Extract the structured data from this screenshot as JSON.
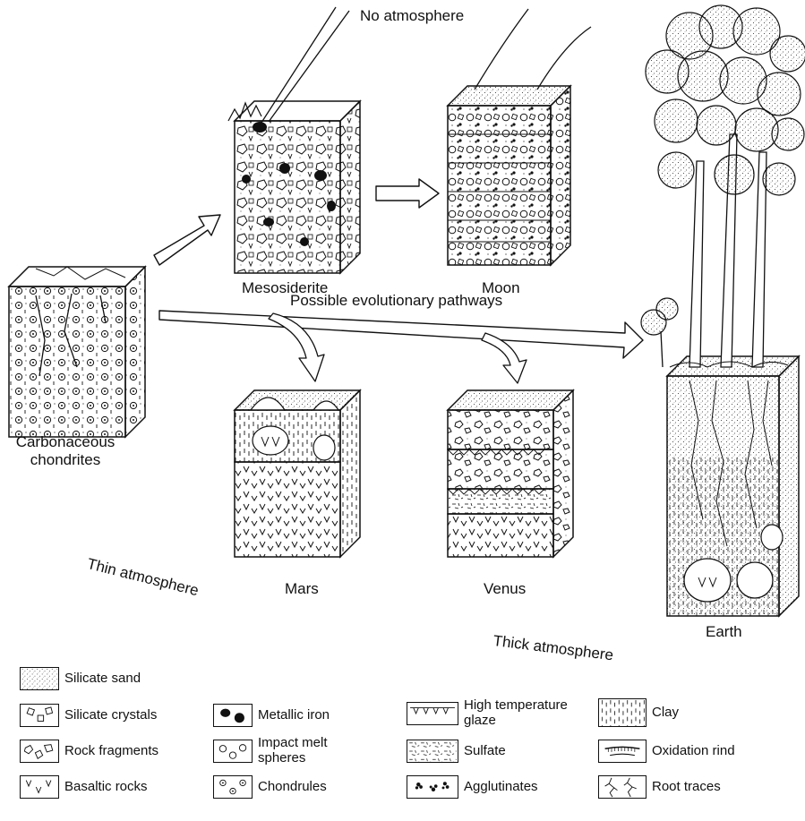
{
  "labels": {
    "no_atmosphere": "No atmosphere",
    "mesosiderite": "Mesosiderite",
    "moon": "Moon",
    "carbonaceous_chondrites": "Carbonaceous\nchondrites",
    "possible_pathways": "Possible evolutionary pathways",
    "mars": "Mars",
    "venus": "Venus",
    "earth": "Earth",
    "thin_atmosphere": "Thin atmosphere",
    "thick_atmosphere": "Thick atmosphere"
  },
  "legend": [
    {
      "key": "silicate-sand",
      "label": "Silicate sand"
    },
    {
      "key": "silicate-crystals",
      "label": "Silicate crystals"
    },
    {
      "key": "metallic-iron",
      "label": "Metallic iron"
    },
    {
      "key": "high-temperature-glaze",
      "label": "High temperature\nglaze"
    },
    {
      "key": "clay",
      "label": "Clay"
    },
    {
      "key": "rock-fragments",
      "label": "Rock fragments"
    },
    {
      "key": "impact-melt-spheres",
      "label": "Impact melt\nspheres"
    },
    {
      "key": "sulfate",
      "label": "Sulfate"
    },
    {
      "key": "oxidation-rind",
      "label": "Oxidation rind"
    },
    {
      "key": "basaltic-rocks",
      "label": "Basaltic rocks"
    },
    {
      "key": "chondrules",
      "label": "Chondrules"
    },
    {
      "key": "agglutinates",
      "label": "Agglutinates"
    },
    {
      "key": "root-traces",
      "label": "Root traces"
    }
  ]
}
